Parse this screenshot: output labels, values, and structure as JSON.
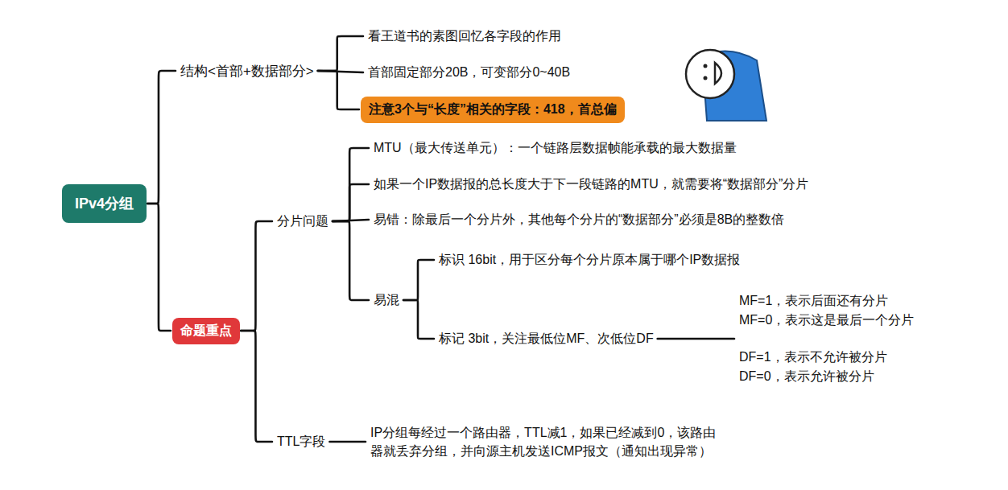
{
  "diagram": {
    "nodes": [
      {
        "text": [
          "IPv4分组"
        ]
      },
      {
        "text": [
          "结构<首部+数据部分>"
        ]
      },
      {
        "text": [
          "看王道书的素图回忆各字段的作用"
        ]
      },
      {
        "text": [
          "首部固定部分20B，可变部分0~40B"
        ]
      },
      {
        "text": [
          "注意3个与“长度”相关的字段：418，首总偏"
        ]
      },
      {
        "text": [
          "命题重点"
        ]
      },
      {
        "text": [
          "分片问题"
        ]
      },
      {
        "text": [
          "MTU（最大传送单元）：一个链路层数据帧能承载的最大数据量"
        ]
      },
      {
        "text": [
          "如果一个IP数据报的总长度大于下一段链路的MTU，就需要将“数据部分”分片"
        ]
      },
      {
        "text": [
          "易错：除最后一个分片外，其他每个分片的“数据部分”必须是8B的整数倍"
        ]
      },
      {
        "text": [
          "易混"
        ]
      },
      {
        "text": [
          "标识 16bit，用于区分每个分片原本属于哪个IP数据报"
        ]
      },
      {
        "text": [
          "标记 3bit，关注最低位MF、次低位DF"
        ]
      },
      {
        "text": [
          "MF=1，表示后面还有分片",
          "MF=0，表示这是最后一个分片",
          "DF=1，表示不允许被分片",
          "DF=0，表示允许被分片"
        ]
      },
      {
        "text": [
          "TTL字段"
        ]
      },
      {
        "text": [
          "IP分组每经过一个路由器，TTL减1，如果已经减到0，该路由器就丢弃分组，并向源主机发送ICMP报文（通知出现异常）"
        ]
      }
    ],
    "edges": [
      {
        "from": 0,
        "to": 1,
        "arrow": "none"
      },
      {
        "from": 0,
        "to": 5,
        "arrow": "none"
      },
      {
        "from": 1,
        "to": 2,
        "arrow": "none"
      },
      {
        "from": 1,
        "to": 3,
        "arrow": "none"
      },
      {
        "from": 1,
        "to": 4,
        "arrow": "none"
      },
      {
        "from": 5,
        "to": 6,
        "arrow": "none"
      },
      {
        "from": 5,
        "to": 14,
        "arrow": "none"
      },
      {
        "from": 6,
        "to": 7,
        "arrow": "none"
      },
      {
        "from": 6,
        "to": 8,
        "arrow": "none"
      },
      {
        "from": 6,
        "to": 9,
        "arrow": "none"
      },
      {
        "from": 6,
        "to": 10,
        "arrow": "none"
      },
      {
        "from": 10,
        "to": 11,
        "arrow": "none"
      },
      {
        "from": 10,
        "to": 12,
        "arrow": "none"
      },
      {
        "from": 12,
        "to": 13,
        "arrow": "none"
      },
      {
        "from": 14,
        "to": 15,
        "arrow": "none"
      }
    ]
  }
}
